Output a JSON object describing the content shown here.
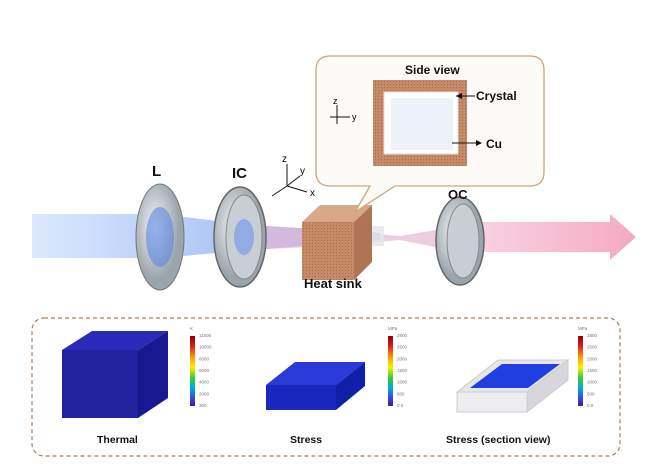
{
  "labels": {
    "lens": "L",
    "input_coupler": "IC",
    "output_coupler": "OC",
    "heat_sink": "Heat sink"
  },
  "axes_main": {
    "x": "x",
    "y": "y",
    "z": "z"
  },
  "callout": {
    "title": "Side view",
    "crystal": "Crystal",
    "cu": "Cu",
    "axis_z": "z",
    "axis_y": "y"
  },
  "panels": [
    {
      "caption": "Thermal",
      "unit": "K",
      "ticks": [
        "11000",
        "10000",
        "8000",
        "6000",
        "4000",
        "2000",
        "300"
      ]
    },
    {
      "caption": "Stress",
      "unit": "MPa",
      "ticks": [
        "2800",
        "2500",
        "2000",
        "1500",
        "1000",
        "500",
        "0.0"
      ]
    },
    {
      "caption": "Stress (section view)",
      "unit": "MPa",
      "ticks": [
        "2800",
        "2500",
        "2000",
        "1500",
        "1000",
        "500",
        "0.0"
      ]
    }
  ],
  "colors": {
    "pump_beam": "#7fa8ee",
    "output_beam": "#f5a7c0",
    "copper": "#c98c6a",
    "callout_border": "#c8a878",
    "sim_blue": "#1f1fb0"
  }
}
